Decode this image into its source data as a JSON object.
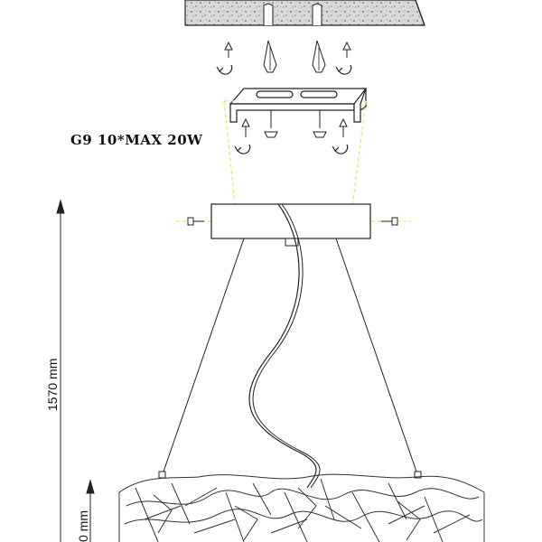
{
  "spec_label": "G9 10*MAX 20W",
  "height_label": "1570 mm",
  "diameter_label": "0 mm",
  "colors": {
    "line": "#222222",
    "guide": "#f2e25a",
    "ceiling_fill": "#d8d8d8"
  }
}
